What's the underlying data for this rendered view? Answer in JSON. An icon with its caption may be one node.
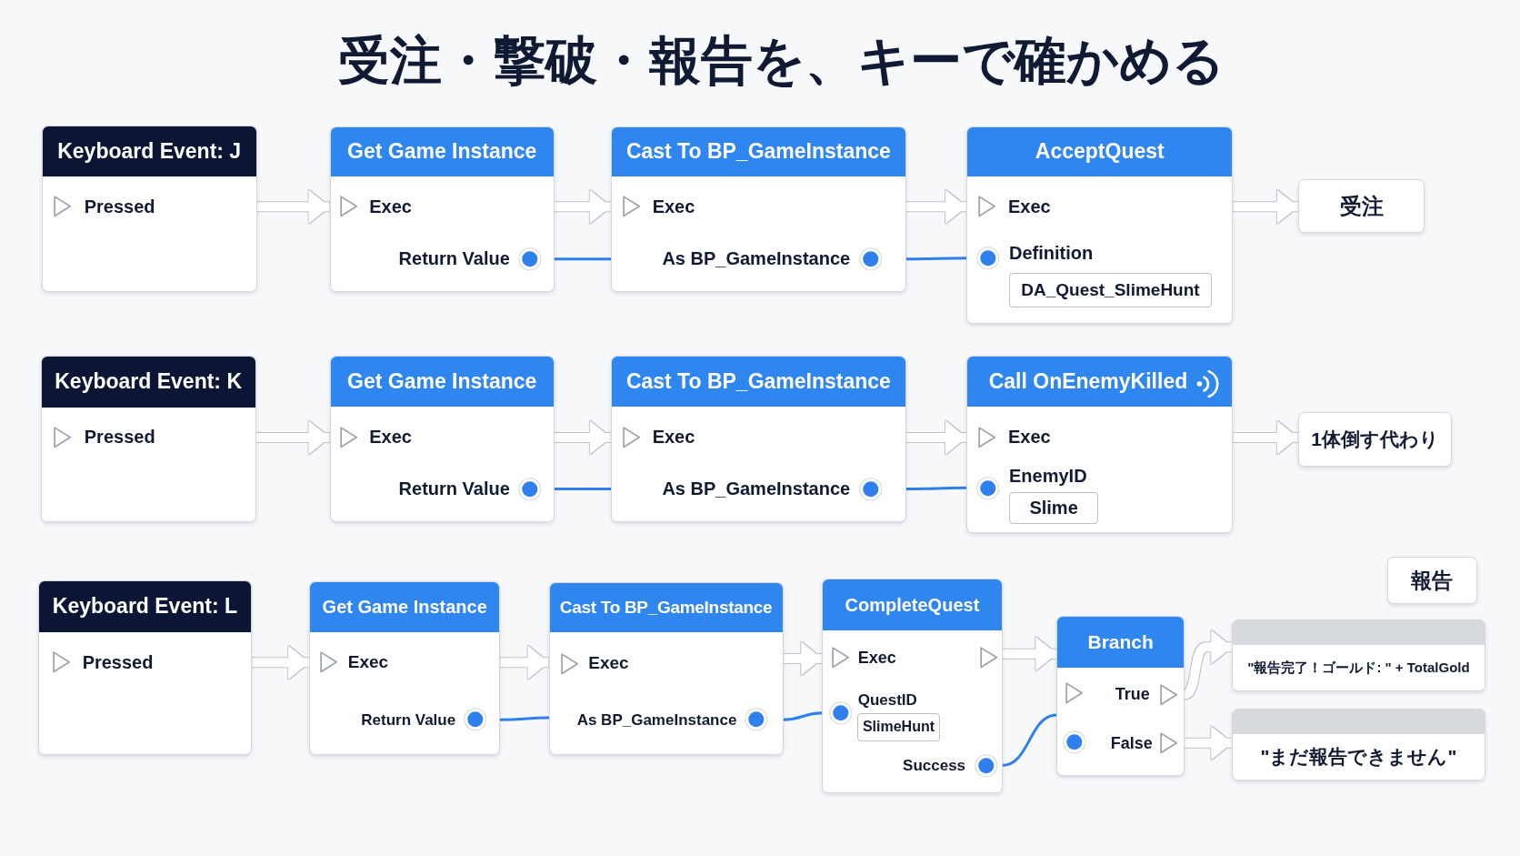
{
  "diagram": {
    "title": "受注・撃破・報告を、キーで確かめる",
    "nodes": [
      {
        "text": [
          "Keyboard Event: J",
          "Pressed"
        ]
      },
      {
        "text": [
          "Get Game Instance",
          "Exec",
          "Return Value"
        ]
      },
      {
        "text": [
          "Cast To BP_GameInstance",
          "Exec",
          "As BP_GameInstance"
        ]
      },
      {
        "text": [
          "AcceptQuest",
          "Exec",
          "Definition"
        ]
      },
      {
        "text": [
          "DA_Quest_SlimeHunt"
        ],
        "in": 3
      },
      {
        "text": [
          "受注"
        ]
      },
      {
        "text": [
          "Keyboard Event: K",
          "Pressed"
        ]
      },
      {
        "text": [
          "Get Game Instance",
          "Exec",
          "Return Value"
        ]
      },
      {
        "text": [
          "Cast To BP_GameInstance",
          "Exec",
          "As BP_GameInstance"
        ]
      },
      {
        "text": [
          "Call OnEnemyKilled",
          "Exec",
          "EnemyID"
        ]
      },
      {
        "text": [
          "Slime"
        ],
        "in": 9
      },
      {
        "text": [
          "1体倒す代わり"
        ]
      },
      {
        "text": [
          "Keyboard Event: L",
          "Pressed"
        ]
      },
      {
        "text": [
          "Get Game Instance",
          "Exec",
          "Return Value"
        ]
      },
      {
        "text": [
          "Cast To BP_GameInstance",
          "Exec",
          "As BP_GameInstance"
        ]
      },
      {
        "text": [
          "CompleteQuest",
          "Exec",
          "QuestID",
          "Success"
        ]
      },
      {
        "text": [
          "SlimeHunt"
        ],
        "in": 15
      },
      {
        "text": [
          "Branch",
          "True",
          "False"
        ]
      },
      {
        "text": [
          "報告"
        ]
      },
      {
        "text": [
          "\"報告完了！ゴールド: \" + TotalGold"
        ]
      },
      {
        "text": [
          "\"まだ報告できません\""
        ]
      }
    ],
    "edges": [
      {
        "from": 0,
        "to": 1,
        "arrow": "to"
      },
      {
        "from": 1,
        "to": 2,
        "arrow": "to"
      },
      {
        "from": 2,
        "to": 3,
        "arrow": "to"
      },
      {
        "from": 3,
        "to": 5,
        "arrow": "to"
      },
      {
        "from": 1,
        "to": 2,
        "arrow": "none",
        "color": "#2f80ed"
      },
      {
        "from": 2,
        "to": 3,
        "arrow": "none",
        "color": "#2f80ed"
      },
      {
        "from": 6,
        "to": 7,
        "arrow": "to"
      },
      {
        "from": 7,
        "to": 8,
        "arrow": "to"
      },
      {
        "from": 8,
        "to": 9,
        "arrow": "to"
      },
      {
        "from": 9,
        "to": 11,
        "arrow": "to"
      },
      {
        "from": 7,
        "to": 8,
        "arrow": "none",
        "color": "#2f80ed"
      },
      {
        "from": 8,
        "to": 9,
        "arrow": "none",
        "color": "#2f80ed"
      },
      {
        "from": 12,
        "to": 13,
        "arrow": "to"
      },
      {
        "from": 13,
        "to": 14,
        "arrow": "to"
      },
      {
        "from": 14,
        "to": 15,
        "arrow": "to"
      },
      {
        "from": 15,
        "to": 17,
        "arrow": "to"
      },
      {
        "from": 17,
        "to": 19,
        "arrow": "to"
      },
      {
        "from": 17,
        "to": 20,
        "arrow": "to"
      },
      {
        "from": 13,
        "to": 14,
        "arrow": "none",
        "color": "#2f80ed"
      },
      {
        "from": 14,
        "to": 15,
        "arrow": "none",
        "color": "#2f80ed"
      },
      {
        "from": 15,
        "to": 17,
        "arrow": "none",
        "color": "#2f80ed"
      }
    ]
  }
}
